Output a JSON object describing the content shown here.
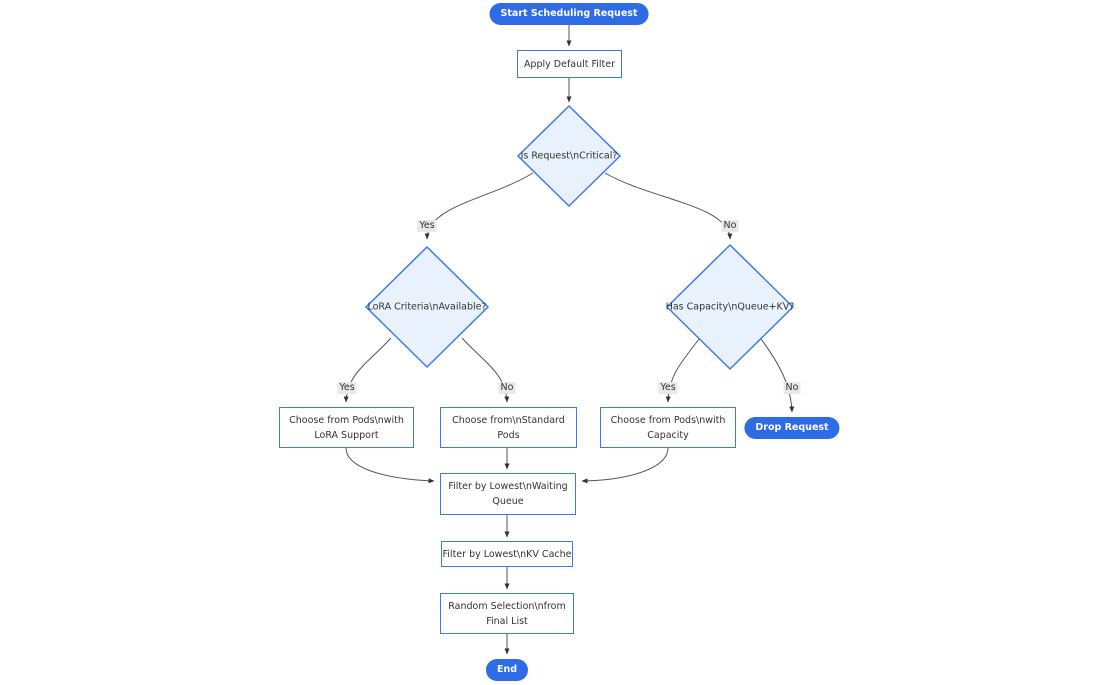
{
  "diagram": {
    "type": "flowchart",
    "colors": {
      "accent_blue": "#2d6ce4",
      "node_border": "#3b7ce8",
      "decision_fill": "#e9f2fc",
      "edge_line": "#555555",
      "arrowhead": "#333333",
      "edge_label_bg": "#e8e8e8",
      "text": "#333333",
      "background": "#ffffff"
    },
    "nodes": {
      "start": {
        "lines": [
          "Start Scheduling Request"
        ]
      },
      "apply_default_filter": {
        "lines": [
          "Apply Default Filter"
        ]
      },
      "is_critical": {
        "lines": [
          "Is Request\\nCritical?"
        ]
      },
      "lora_criteria": {
        "lines": [
          "LoRA Criteria\\nAvailable?"
        ]
      },
      "has_capacity": {
        "lines": [
          "Has Capacity\\nQueue+KV?"
        ]
      },
      "choose_lora_pods": {
        "lines": [
          "Choose from Pods\\nwith",
          "LoRA Support"
        ]
      },
      "choose_standard_pods": {
        "lines": [
          "Choose from\\nStandard",
          "Pods"
        ]
      },
      "choose_capacity_pods": {
        "lines": [
          "Choose from Pods\\nwith",
          "Capacity"
        ]
      },
      "drop_request": {
        "lines": [
          "Drop Request"
        ]
      },
      "filter_waiting_queue": {
        "lines": [
          "Filter by Lowest\\nWaiting",
          "Queue"
        ]
      },
      "filter_kv_cache": {
        "lines": [
          "Filter by Lowest\\nKV Cache"
        ]
      },
      "random_selection": {
        "lines": [
          "Random Selection\\nfrom",
          "Final List"
        ]
      },
      "end": {
        "lines": [
          "End"
        ]
      }
    },
    "edge_labels": {
      "yes": "Yes",
      "no": "No"
    },
    "edges": [
      {
        "from": "start",
        "to": "apply_default_filter",
        "label": ""
      },
      {
        "from": "apply_default_filter",
        "to": "is_critical",
        "label": ""
      },
      {
        "from": "is_critical",
        "to": "lora_criteria",
        "label": "Yes"
      },
      {
        "from": "is_critical",
        "to": "has_capacity",
        "label": "No"
      },
      {
        "from": "lora_criteria",
        "to": "choose_lora_pods",
        "label": "Yes"
      },
      {
        "from": "lora_criteria",
        "to": "choose_standard_pods",
        "label": "No"
      },
      {
        "from": "has_capacity",
        "to": "choose_capacity_pods",
        "label": "Yes"
      },
      {
        "from": "has_capacity",
        "to": "drop_request",
        "label": "No"
      },
      {
        "from": "choose_lora_pods",
        "to": "filter_waiting_queue",
        "label": ""
      },
      {
        "from": "choose_standard_pods",
        "to": "filter_waiting_queue",
        "label": ""
      },
      {
        "from": "choose_capacity_pods",
        "to": "filter_waiting_queue",
        "label": ""
      },
      {
        "from": "filter_waiting_queue",
        "to": "filter_kv_cache",
        "label": ""
      },
      {
        "from": "filter_kv_cache",
        "to": "random_selection",
        "label": ""
      },
      {
        "from": "random_selection",
        "to": "end",
        "label": ""
      }
    ]
  }
}
